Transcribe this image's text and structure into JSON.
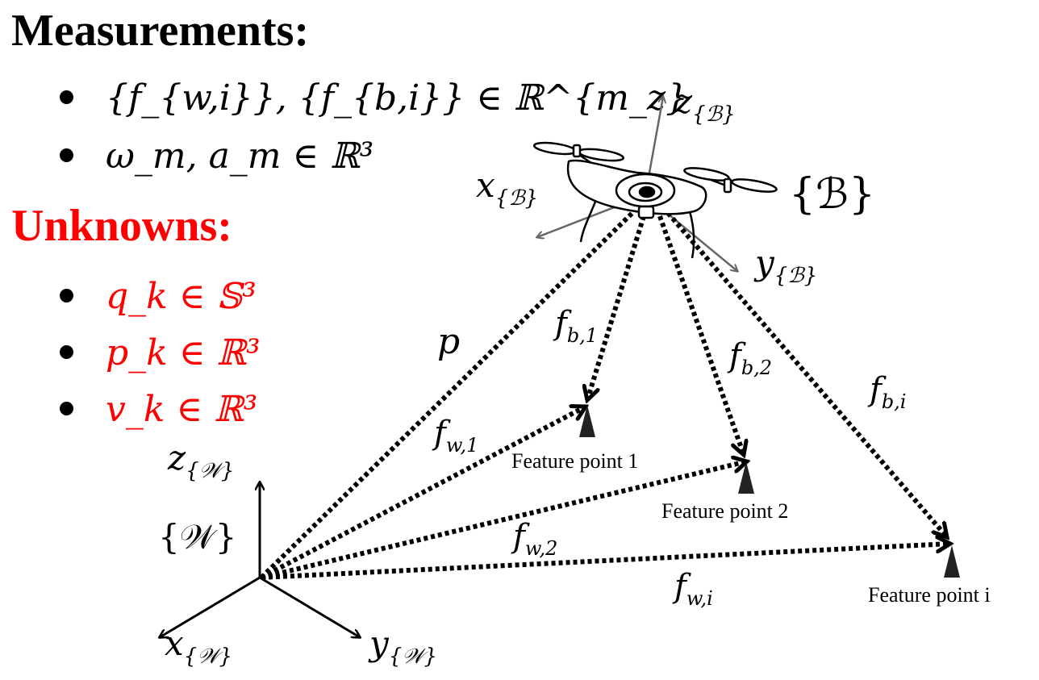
{
  "headings": {
    "measurements": "Measurements:",
    "unknowns": "Unknowns:"
  },
  "measurement_items": [
    "{f_{w,i}}, {f_{b,i}} ∈ ℝ^{m_z}",
    "ω_m, a_m ∈ ℝ³"
  ],
  "unknown_items": [
    "q_k ∈ 𝕊³",
    "p_k ∈ ℝ³",
    "v_k ∈ ℝ³"
  ],
  "frames": {
    "body": "{ℬ}",
    "world": "{𝒲}",
    "body_z": "z",
    "body_x": "x",
    "body_y": "y",
    "world_z": "z",
    "world_x": "x",
    "world_y": "y",
    "body_sub": "{ℬ}",
    "world_sub": "{𝒲}"
  },
  "vectors": {
    "p": "p",
    "fb1": "f",
    "fb1_sub": "b,1",
    "fb2": "f",
    "fb2_sub": "b,2",
    "fbi": "f",
    "fbi_sub": "b,i",
    "fw1": "f",
    "fw1_sub": "w,1",
    "fw2": "f",
    "fw2_sub": "w,2",
    "fwi": "f",
    "fwi_sub": "w,i"
  },
  "feature_points": [
    "Feature point 1",
    "Feature point 2",
    "Feature point i"
  ],
  "colors": {
    "measurements": "#000000",
    "unknowns": "#ff0000",
    "axis_body": "#666666",
    "marker": "#222222"
  }
}
